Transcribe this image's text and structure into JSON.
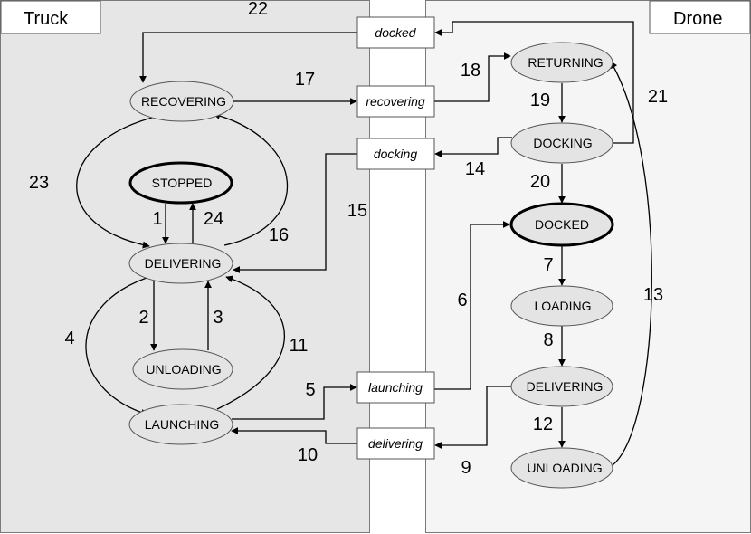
{
  "colors": {
    "truck_panel": "#e6e6e6",
    "drone_panel": "#f5f5f5",
    "state_fill": "#e4e4e4"
  },
  "truck": {
    "title": "Truck",
    "states": {
      "recovering": "RECOVERING",
      "stopped": "STOPPED",
      "delivering": "DELIVERING",
      "unloading": "UNLOADING",
      "launching": "LAUNCHING"
    }
  },
  "drone": {
    "title": "Drone",
    "states": {
      "returning": "RETURNING",
      "docking": "DOCKING",
      "docked": "DOCKED",
      "loading": "LOADING",
      "delivering": "DELIVERING",
      "unloading": "UNLOADING"
    }
  },
  "messages": {
    "docked": "docked",
    "recovering": "recovering",
    "docking": "docking",
    "launching": "launching",
    "delivering": "delivering"
  },
  "transitions": {
    "t1": "1",
    "t2": "2",
    "t3": "3",
    "t4": "4",
    "t5": "5",
    "t6": "6",
    "t7": "7",
    "t8": "8",
    "t9": "9",
    "t10": "10",
    "t11": "11",
    "t12": "12",
    "t13": "13",
    "t14": "14",
    "t15": "15",
    "t16": "16",
    "t17": "17",
    "t18": "18",
    "t19": "19",
    "t20": "20",
    "t21": "21",
    "t22": "22",
    "t23": "23",
    "t24": "24"
  }
}
